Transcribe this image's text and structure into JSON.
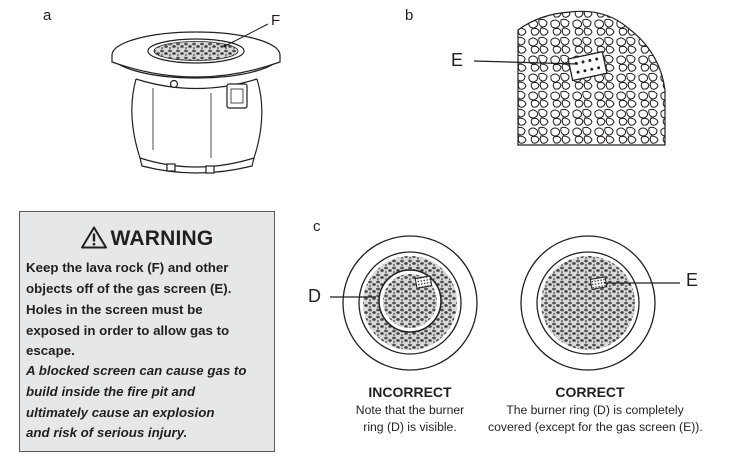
{
  "panels": {
    "a": "a",
    "b": "b",
    "c": "c"
  },
  "callouts": {
    "F": "F",
    "E_top": "E",
    "D": "D",
    "E_bottom": "E"
  },
  "warning": {
    "title": "WARNING",
    "icon": "warning-triangle-icon",
    "lines": [
      "Keep the lava rock (F) and other",
      "objects off of the gas screen (E).",
      "Holes in the screen must be",
      "exposed in order to allow gas to",
      "escape."
    ],
    "italic_lines": [
      "A blocked screen can cause gas to",
      "build inside the fire pit and",
      "ultimately cause an explosion",
      "and risk of serious injury."
    ]
  },
  "incorrect": {
    "heading": "INCORRECT",
    "lines": [
      "Note that the burner",
      "ring (D) is visible."
    ]
  },
  "correct": {
    "heading": "CORRECT",
    "lines": [
      "The burner ring (D) is completely",
      "covered (except for the gas screen (E))."
    ]
  },
  "colors": {
    "ink": "#231f20",
    "box_fill": "#e6e7e8",
    "box_border": "#58595b"
  }
}
